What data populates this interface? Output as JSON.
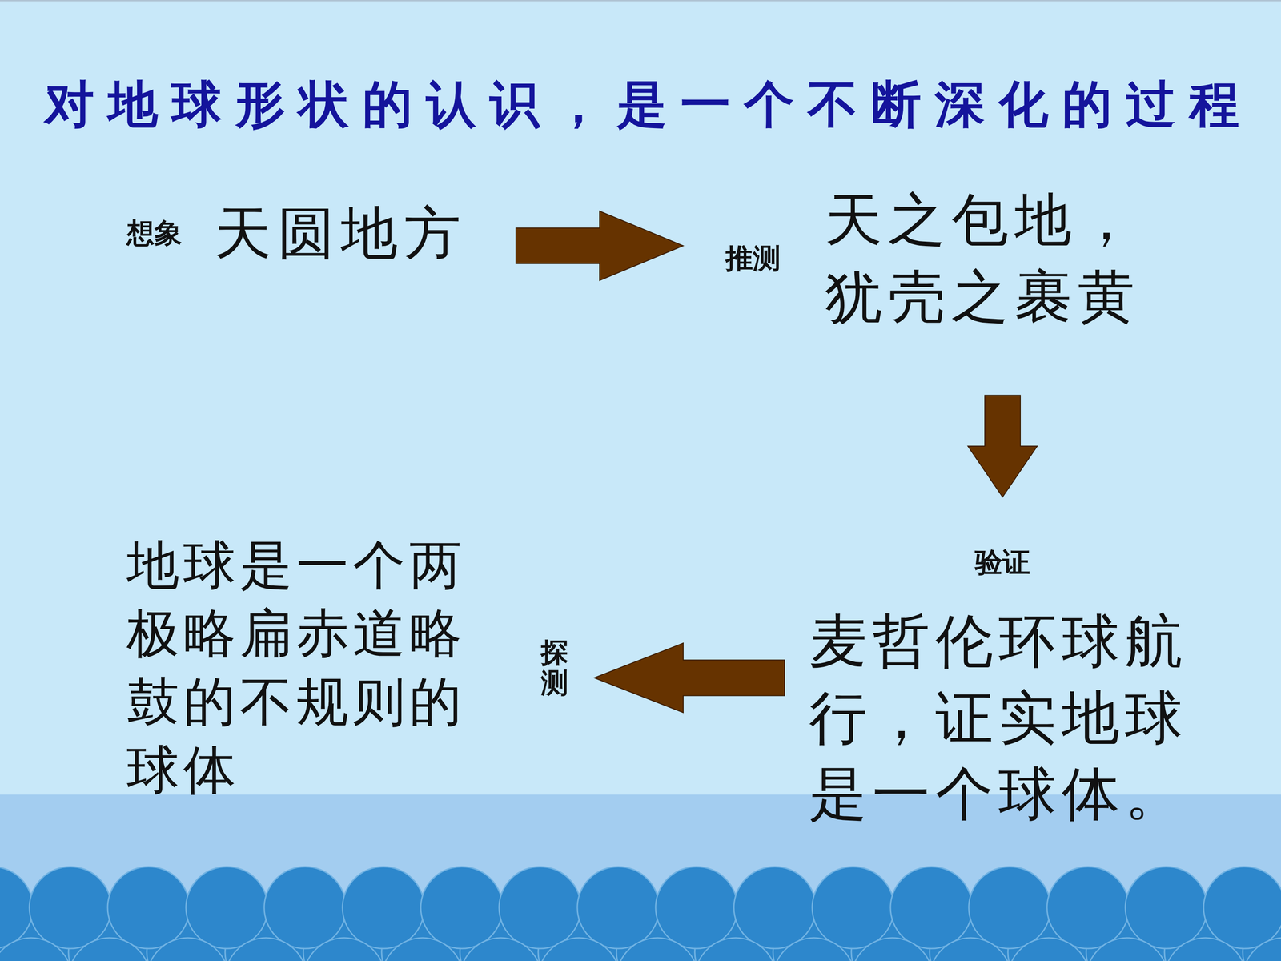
{
  "diagram": {
    "title": "对地球形状的认识，是一个不断深化的过程",
    "nodes": [
      {
        "text": [
          "想象",
          "天圆地方"
        ]
      },
      {
        "text": [
          "推测",
          "天之包地，犹壳之裹黄"
        ]
      },
      {
        "text": [
          "验证",
          "麦哲伦环球航行，证实地球是一个球体。"
        ]
      },
      {
        "text": [
          "探测",
          "地球是一个两极略扁赤道略鼓的不规则的球体"
        ]
      }
    ],
    "edges": [
      {
        "from": 0,
        "to": 1,
        "arrow": "to"
      },
      {
        "from": 1,
        "to": 2,
        "arrow": "to"
      },
      {
        "from": 2,
        "to": 3,
        "arrow": "to"
      }
    ]
  }
}
